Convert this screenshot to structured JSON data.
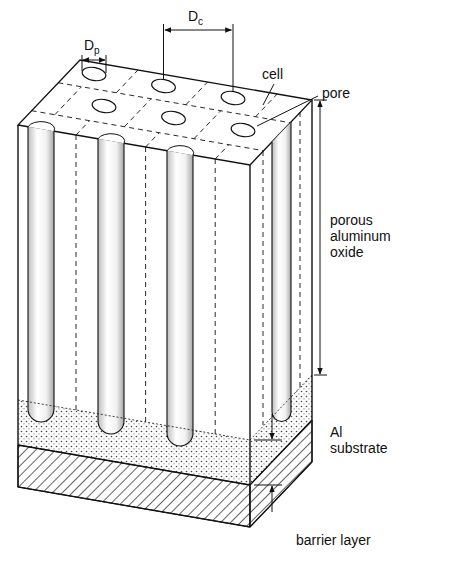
{
  "diagram": {
    "labels": [
      "D",
      "c",
      "D",
      "p",
      "cell",
      "pore",
      "porous aluminum oxide",
      "Al substrate",
      "barrier layer"
    ]
  }
}
